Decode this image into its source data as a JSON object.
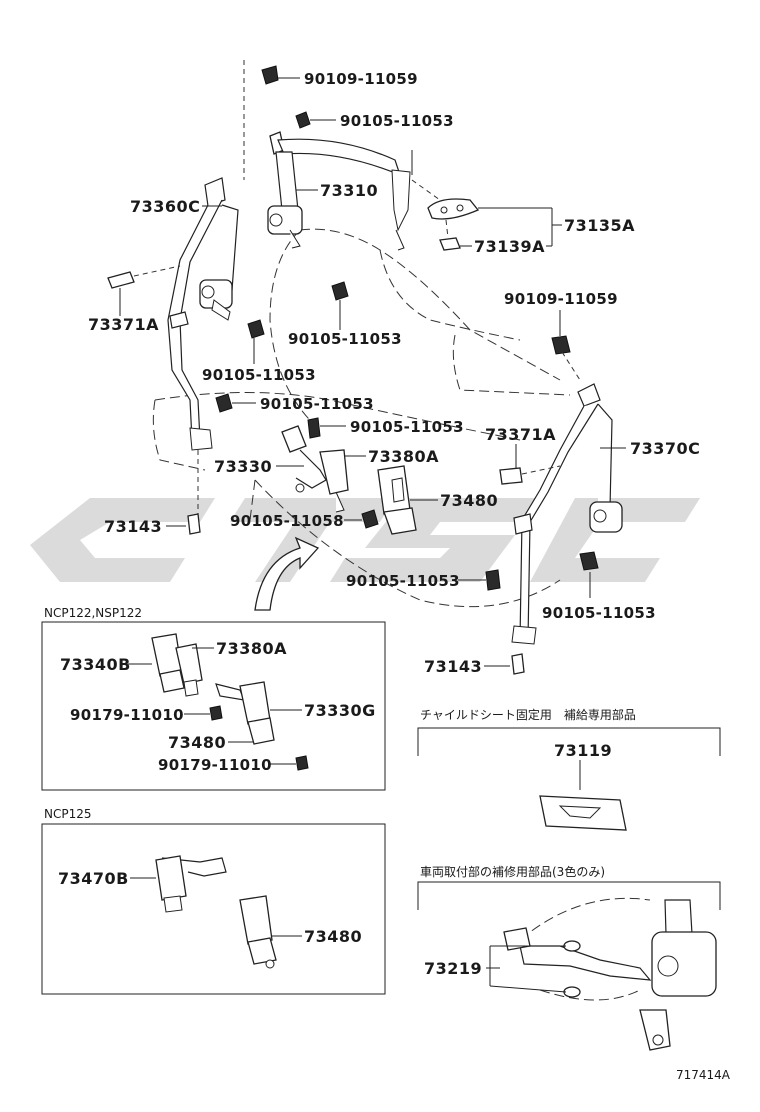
{
  "labels": {
    "p_90109_11059_a": "90109-11059",
    "p_90105_11053_a": "90105-11053",
    "p_73310": "73310",
    "p_73360c": "73360C",
    "p_73135a": "73135A",
    "p_73139a": "73139A",
    "p_73371a_l": "73371A",
    "p_90105_11053_b": "90105-11053",
    "p_90105_11053_c": "90105-11053",
    "p_90109_11059_b": "90109-11059",
    "p_90105_11053_d": "90105-11053",
    "p_90105_11053_e": "90105-11053",
    "p_73371a_r": "73371A",
    "p_73370c": "73370C",
    "p_73330": "73330",
    "p_73380a_main": "73380A",
    "p_73480_main": "73480",
    "p_73143_l": "73143",
    "p_90105_11058": "90105-11058",
    "p_90105_11053_f": "90105-11053",
    "p_90105_11053_g": "90105-11053",
    "p_73143_r": "73143"
  },
  "section_ncp122": {
    "title": "NCP122,NSP122",
    "labels": {
      "p_73340b": "73340B",
      "p_73380a": "73380A",
      "p_90179_11010_a": "90179-11010",
      "p_73330g": "73330G",
      "p_73480": "73480",
      "p_90179_11010_b": "90179-11010"
    }
  },
  "section_ncp125": {
    "title": "NCP125",
    "labels": {
      "p_73470b": "73470B",
      "p_73480": "73480"
    }
  },
  "note_child_seat": {
    "title": "チャイルドシート固定用　補給専用部品",
    "part": "73119"
  },
  "note_repair": {
    "title": "車両取付部の補修用部品(3色のみ)",
    "part": "73219"
  },
  "figure_code": "717414A"
}
